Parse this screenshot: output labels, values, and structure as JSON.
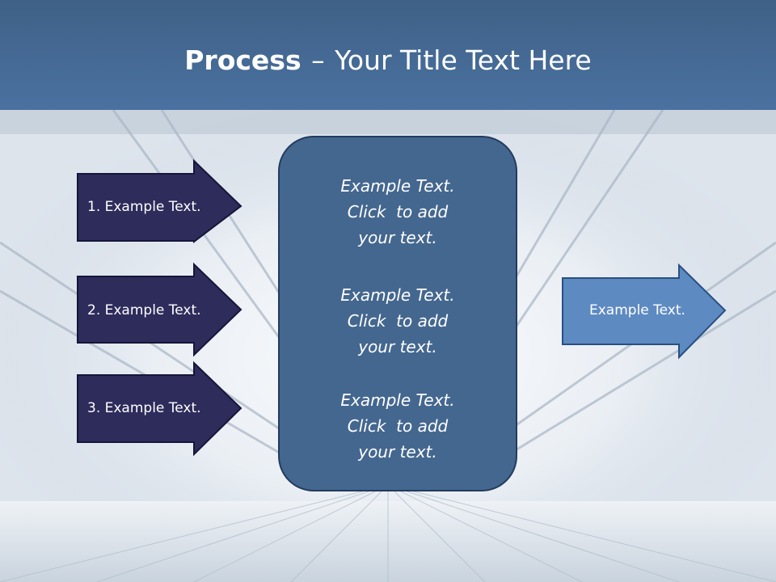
{
  "title": {
    "strong": "Process",
    "dash": "–",
    "rest": "Your Title Text Here"
  },
  "colors": {
    "left_arrow_fill": "#2d2c5b",
    "left_arrow_stroke": "#16163a",
    "right_arrow_fill": "#5e8ac2",
    "right_arrow_stroke": "#294f82",
    "center_box_fill": "#44678f",
    "title_bar": "#45699a"
  },
  "left_arrows": [
    {
      "label": "1. Example Text."
    },
    {
      "label": "2. Example Text."
    },
    {
      "label": "3. Example Text."
    }
  ],
  "center_box": {
    "paragraphs": [
      {
        "lines": [
          "Example Text.",
          "Click  to add",
          "your text."
        ]
      },
      {
        "lines": [
          "Example Text.",
          "Click  to add",
          "your text."
        ]
      },
      {
        "lines": [
          "Example Text.",
          "Click  to add",
          "your text."
        ]
      }
    ]
  },
  "right_arrow": {
    "label": "Example Text."
  }
}
